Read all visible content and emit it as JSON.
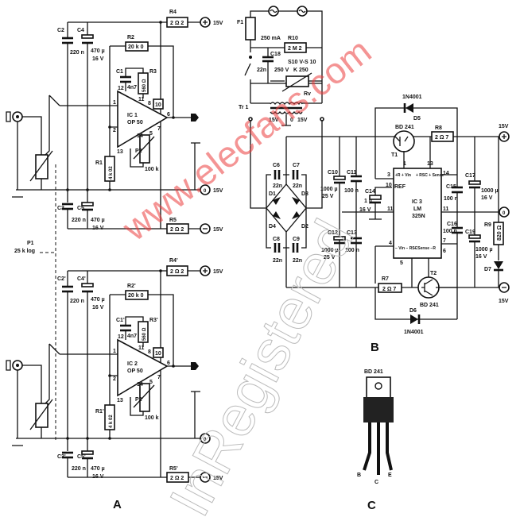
{
  "watermarks": {
    "site": "www.elecfans.com",
    "registered": "InRegistered"
  },
  "circuit_a": {
    "label": "A",
    "p1": {
      "name": "P1",
      "value": "25 k log"
    },
    "channels": [
      {
        "c2": "C2",
        "c2v": "220 n",
        "c4": "C4",
        "c4v": "470 µ",
        "c4r": "16 V",
        "r4": "R4",
        "r4v": "2 Ω 2",
        "vpos": "15V",
        "r2": "R2",
        "r2v": "20 k 0",
        "c1": "C1",
        "c1v": "4n7",
        "r3": "R3",
        "r3v": "560 Ω",
        "ic": "IC 1",
        "icv": "OP 50",
        "p2": "P2",
        "p2v": "100 k",
        "r1": "R1",
        "r1v": "4 k 02",
        "c3": "C3",
        "c3v": "220 n",
        "c5": "C5",
        "c5v": "470 µ",
        "c5r": "16 V",
        "r5": "R5",
        "r5v": "2 Ω 2",
        "vneg": "15V",
        "vgnd": "15V",
        "gnd_sym": "0",
        "pins": {
          "p1": "1",
          "p2": "2",
          "p12": "12",
          "p11": "11",
          "p8": "8",
          "p10": "10",
          "p6": "6",
          "p13": "13",
          "p14": "14",
          "p5": "5",
          "p7": "7"
        }
      },
      {
        "c2": "C2'",
        "c2v": "220 n",
        "c4": "C4'",
        "c4v": "470 µ",
        "c4r": "16 V",
        "r4": "R4'",
        "r4v": "2 Ω 2",
        "vpos": "15V",
        "r2": "R2'",
        "r2v": "20 k 0",
        "c1": "C1'",
        "c1v": "4n7",
        "r3": "R3'",
        "r3v": "560 Ω",
        "ic": "IC 2",
        "icv": "OP 50",
        "p2": "P2'",
        "p2v": "100 k",
        "r1": "R1'",
        "r1v": "4 k 02",
        "c3": "C3'",
        "c3v": "220 n",
        "c5": "C5'",
        "c5v": "470 µ",
        "c5r": "16 V",
        "r5": "R5'",
        "r5v": "2 Ω 2",
        "vneg": "15V",
        "vgnd": "",
        "gnd_sym": "0",
        "pins": {
          "p1": "1",
          "p2": "2",
          "p12": "12",
          "p11": "11",
          "p8": "8",
          "p10": "10",
          "p6": "6",
          "p13": "13",
          "p14": "14",
          "p5": "5",
          "p7": "7"
        }
      }
    ]
  },
  "circuit_b": {
    "label": "B",
    "f1": "F1",
    "f1v": "250 mA",
    "r10": "R10",
    "r10v": "2 M 2",
    "c18": "C18",
    "c18v": "22n",
    "c18r": "250 V",
    "rv": "Rv",
    "rvv1": "S10 V-S 10",
    "rvv2": "K 250",
    "tr1": "Tr 1",
    "sec_left": "15V",
    "sec_zero": "0",
    "sec_right": "15V",
    "c6": "C6",
    "c6v": "22n",
    "c7": "C7",
    "c7v": "22n",
    "c8": "C8",
    "c8v": "22n",
    "c9": "C9",
    "c9v": "22n",
    "d1": "D1",
    "d2": "D2",
    "d3": "D3",
    "d4": "D4",
    "c10": "C10",
    "c10v": "1000 µ",
    "c10r": "25 V",
    "c11": "C11",
    "c11v": "100 n",
    "c12": "C12",
    "c12v": "1000 µ",
    "c12r": "25 V",
    "c13": "C13",
    "c13v": "100 n",
    "c14": "C14",
    "c14v": "1 µ",
    "c14r": "16 V",
    "d5": "D5",
    "d5v": "1N4001",
    "d6": "D6",
    "d6v": "1N4001",
    "t1": "T1",
    "t1v": "BD 241",
    "t2": "T2",
    "t2v": "BD 241",
    "r8": "R8",
    "r8v": "2 Ω 7",
    "r7": "R7",
    "r7v": "2 Ω 7",
    "ic3_ref": "REF",
    "ic3_name": "IC 3",
    "ic3_type": "LM",
    "ic3_part": "325N",
    "ic3_pins": {
      "p1": "1",
      "p3": "3",
      "p4": "4",
      "p5": "5",
      "p6": "6",
      "p7": "7",
      "p10": "10",
      "p11a": "11",
      "p11b": "11",
      "p13": "13",
      "p14": "14"
    },
    "ic3_in_pos": "+R  + Vin",
    "ic3_sense_pos": "+ RSC  + Sense",
    "ic3_in_neg": "− Vin  − RSC",
    "ic3_sense_neg": "− Sense  −R",
    "c15": "C15",
    "c15v": "100 n",
    "c16": "C16",
    "c16v": "100 n",
    "c17": "C17",
    "c17v": "1000 µ",
    "c17r": "16 V",
    "c19": "C19",
    "c19v": "1000 µ",
    "c19r": "16 V",
    "r9": "R9",
    "r9v": "820 Ω",
    "d7": "D7",
    "out_pos": "15V",
    "out_neg": "15V",
    "out_zero": "0"
  },
  "circuit_c": {
    "label": "C",
    "part": "BD 241",
    "pin_b": "B",
    "pin_c": "C",
    "pin_e": "E"
  }
}
